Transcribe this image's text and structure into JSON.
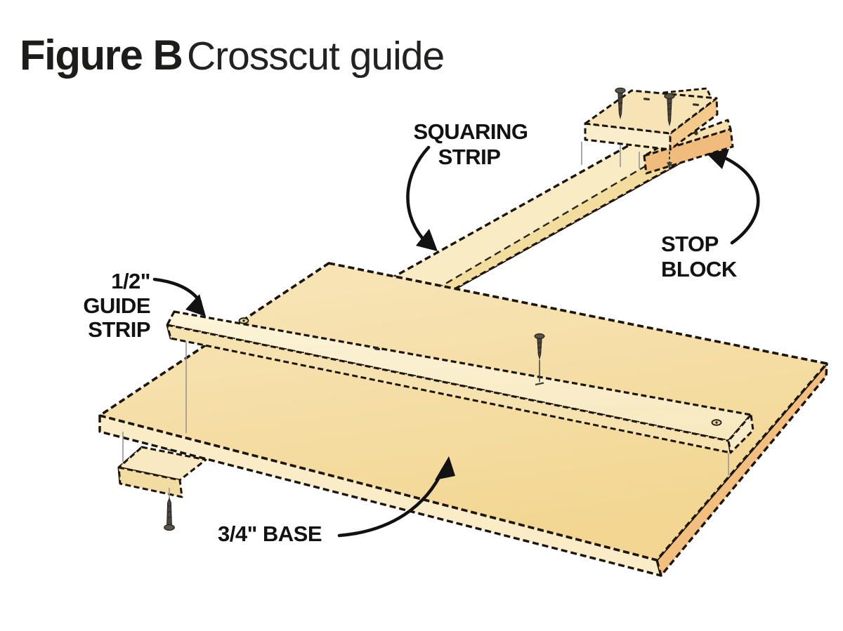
{
  "figure": {
    "label": "Figure B",
    "title": "Crosscut guide"
  },
  "labels": {
    "squaring_strip_1": "SQUARING",
    "squaring_strip_2": "STRIP",
    "stop_block_1": "STOP",
    "stop_block_2": "BLOCK",
    "guide_strip_1": "1/2\"",
    "guide_strip_2": "GUIDE",
    "guide_strip_3": "STRIP",
    "base": "3/4\" BASE"
  },
  "parts": {
    "base": "3/4 inch plywood base",
    "guide_strip": "1/2 inch guide strip",
    "squaring_strip": "squaring strip",
    "stop_block": "stop block",
    "cleat": "cleat",
    "screws": "mounting screws"
  },
  "colors": {
    "wood_top": "#F6E0AB",
    "wood_top_light": "#F8E6BB",
    "wood_top_dark": "#F2D692",
    "wood_cream": "#FAEDCA",
    "wood_side_orange": "#F1BD7D",
    "outline": "#1b150c",
    "label_text": "#121212",
    "projection_line": "#9b9b99",
    "screw_metal": "#4b453d"
  }
}
